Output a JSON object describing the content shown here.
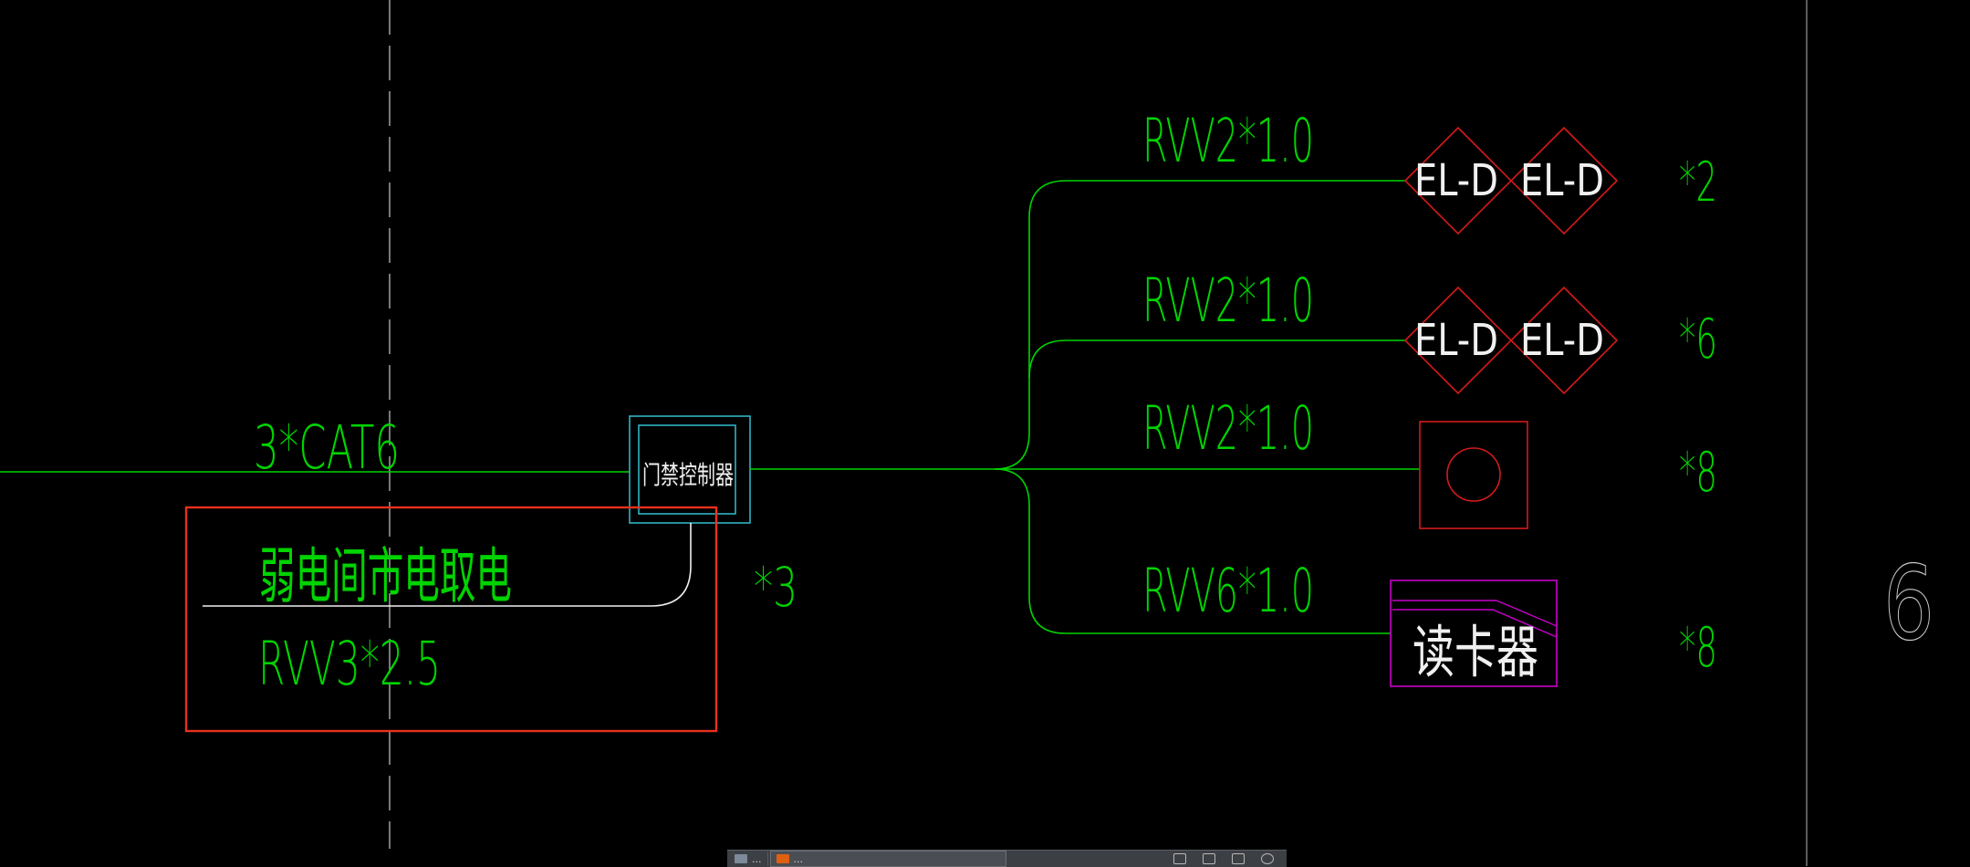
{
  "drawing": {
    "background_color": "#000000",
    "wire_color": "#00d400",
    "trunk_label": "3*CAT6",
    "controller": {
      "label": "门禁控制器",
      "count": "*3",
      "outer_color": "#2fb3c4",
      "inner_color": "#2fb3c4"
    },
    "power_note": {
      "line1": "弱电间市电取电",
      "line2": "RVV3*2.5",
      "frame_color": "#e8301c"
    },
    "branches": [
      {
        "cable": "RVV2*1.0",
        "device_kind": "electric-lock-pair",
        "device_labels": [
          "EL-D",
          "EL-D"
        ],
        "count": "*2"
      },
      {
        "cable": "RVV2*1.0",
        "device_kind": "electric-lock-pair",
        "device_labels": [
          "EL-D",
          "EL-D"
        ],
        "count": "*6"
      },
      {
        "cable": "RVV2*1.0",
        "device_kind": "exit-button",
        "count": "*8"
      },
      {
        "cable": "RVV6*1.0",
        "device_kind": "card-reader",
        "device_label": "读卡器",
        "count": "*8"
      }
    ],
    "device_colors": {
      "lock": "#d41a1a",
      "button": "#d41a1a",
      "reader": "#c800c8"
    },
    "grid_mark": "6"
  },
  "taskbar": {
    "tab1_label": "...",
    "tab2_label": "...",
    "tools": [
      "zoom-tool-icon",
      "pan-tool-icon",
      "window-tool-icon",
      "settings-tool-icon"
    ]
  }
}
